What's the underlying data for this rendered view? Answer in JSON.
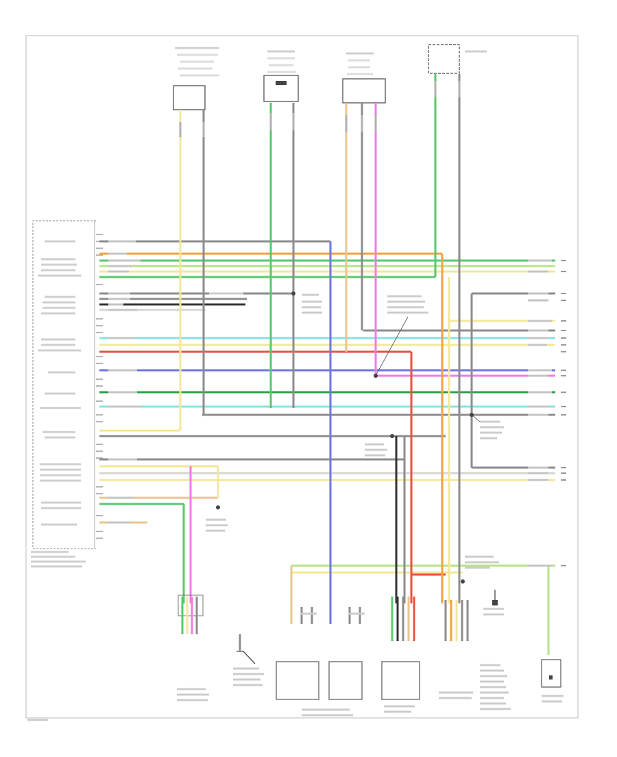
{
  "diagram": {
    "footer_code": "",
    "connectors_right": [
      "1",
      "2",
      "3",
      "4",
      "5",
      "6",
      "7",
      "8",
      "9",
      "10",
      "11",
      "12",
      "13",
      "14",
      "15",
      "16",
      "17"
    ]
  },
  "wire_colors": {
    "yellow": "#f3e79a",
    "orange": "#f2a23c",
    "green": "#59c86a",
    "light_green": "#b6e38a",
    "blue": "#6f76e0",
    "cyan": "#88e2e2",
    "red": "#e8523f",
    "pink": "#f07be8",
    "tan": "#e9c58d",
    "gray": "#8c8c8c",
    "black": "#333333",
    "light_blue": "#a8d8f0"
  }
}
